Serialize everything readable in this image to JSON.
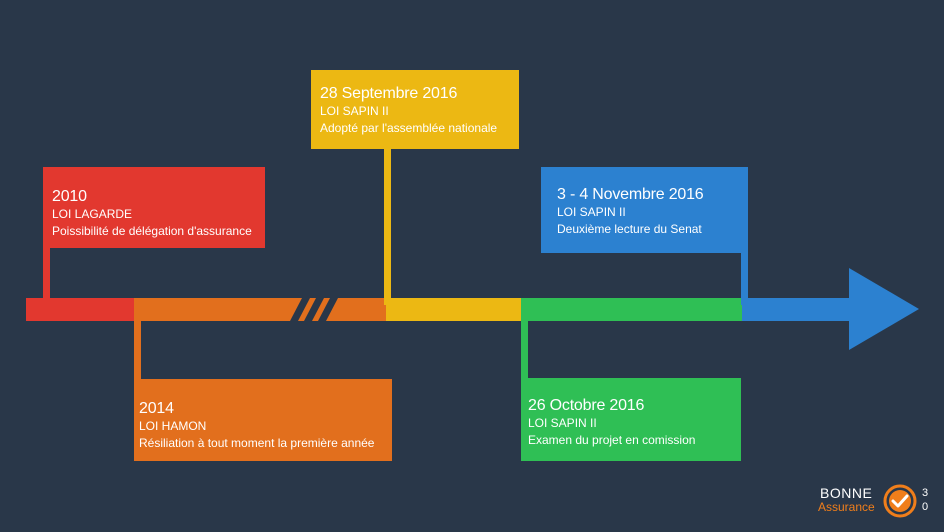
{
  "colors": {
    "background": "#293749",
    "red": "#e2382f",
    "orange": "#e26f1d",
    "yellow": "#ecb813",
    "green": "#2fbf55",
    "blue": "#2c81d0",
    "logo_orange": "#f07e1b"
  },
  "events": [
    {
      "date": "2010",
      "law": "LOI LAGARDE",
      "description": "Poissibilité de délégation d'assurance"
    },
    {
      "date": "2014",
      "law": "LOI HAMON",
      "description": "Résiliation à tout moment la première année"
    },
    {
      "date": "28 Septembre 2016",
      "law": "LOI SAPIN II",
      "description": "Adopté par l'assemblée nationale"
    },
    {
      "date": "26 Octobre 2016",
      "law": "LOI SAPIN II",
      "description": "Examen du projet en comission"
    },
    {
      "date": "3 - 4 Novembre 2016",
      "law": "LOI SAPIN II",
      "description": "Deuxième lecture du Senat"
    }
  ],
  "logo": {
    "word1": "BONNE",
    "word2": "Assurance",
    "side_digits": "3\n0",
    "icon": "checkmark-badge-icon"
  },
  "icons": {
    "timeline_arrow": "arrow-head-icon",
    "time_break": "double-slash-break-icon"
  }
}
